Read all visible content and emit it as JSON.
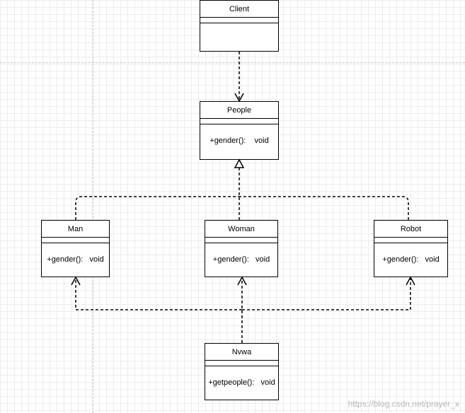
{
  "classes": {
    "client": {
      "name": "Client"
    },
    "people": {
      "name": "People",
      "op": "+gender():    void"
    },
    "man": {
      "name": "Man",
      "op": "+gender():   void"
    },
    "woman": {
      "name": "Woman",
      "op": "+gender():   void"
    },
    "robot": {
      "name": "Robot",
      "op": "+gender():   void"
    },
    "nvwa": {
      "name": "Nvwa",
      "op": "+getpeople():   void"
    }
  },
  "watermark": "https://blog.csdn.net/prayer_x"
}
